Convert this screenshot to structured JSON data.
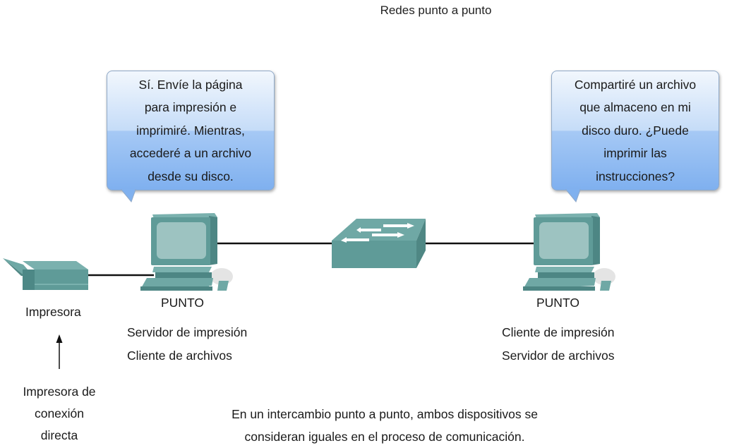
{
  "diagram": {
    "title": "Redes punto a punto",
    "bubbles": {
      "left": {
        "lines": [
          "Sí. Envíe la página",
          "para impresión e",
          "imprimiré. Mientras,",
          "accederé a un archivo",
          "desde su disco."
        ]
      },
      "right": {
        "lines": [
          "Compartiré un archivo",
          "que almaceno en mi",
          "disco duro. ¿Puede",
          "imprimir las",
          "instrucciones?"
        ]
      }
    },
    "devices": {
      "printer": {
        "icon": "printer-icon",
        "label": "Impresora"
      },
      "pc_left": {
        "icon": "computer-icon",
        "label": "PUNTO",
        "roles": [
          "Servidor de impresión",
          "Cliente de archivos"
        ]
      },
      "switch": {
        "icon": "switch-icon"
      },
      "pc_right": {
        "icon": "computer-icon",
        "label": "PUNTO",
        "roles": [
          "Cliente de impresión",
          "Servidor de archivos"
        ]
      }
    },
    "printer_note": {
      "lines": [
        "Impresora de",
        "conexión",
        "directa"
      ]
    },
    "caption": {
      "lines": [
        "En un intercambio punto a punto, ambos dispositivos se",
        "consideran iguales en el proceso de comunicación."
      ]
    },
    "colors": {
      "device_teal": "#5f9b98",
      "bubble_top": "#f2f7fd",
      "bubble_bottom": "#7fb0ef"
    }
  }
}
